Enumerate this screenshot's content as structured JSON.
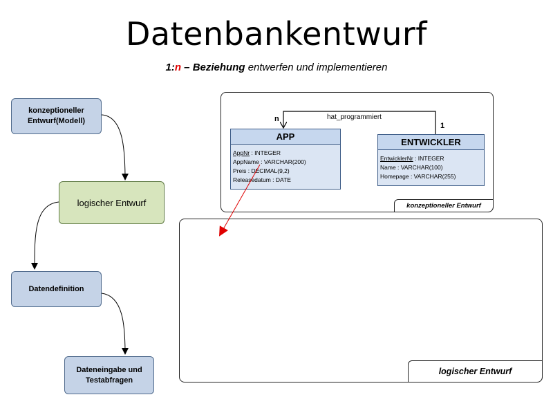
{
  "title": "Datenbankentwurf",
  "subtitle": {
    "part1": "1:",
    "part2": "n",
    "part3": " – Beziehung",
    "part4": " entwerfen und implementieren"
  },
  "flow": {
    "step1": "konzeptioneller Entwurf(Modell)",
    "step2": "logischer Entwurf",
    "step3": "Datendefinition",
    "step4": "Dateneingabe und Testabfragen"
  },
  "conceptual": {
    "label": "konzeptioneller Entwurf",
    "relationship": "hat_programmiert",
    "card_left": "n",
    "card_right": "1",
    "app": {
      "name": "APP",
      "attributes": [
        {
          "name": "AppNr",
          "type": " : INTEGER"
        },
        {
          "name": "AppName",
          "type": " : VARCHAR(200)"
        },
        {
          "name": "Preis",
          "type": " : DECIMAL(9,2)"
        },
        {
          "name": "Releasedatum",
          "type": " : DATE"
        }
      ]
    },
    "entwickler": {
      "name": "ENTWICKLER",
      "attributes": [
        {
          "name": "EntwicklerNr",
          "type": " : INTEGER"
        },
        {
          "name": "Name",
          "type": " : VARCHAR(100)"
        },
        {
          "name": "Homepage",
          "type": " : VARCHAR(255)"
        }
      ]
    }
  },
  "logical": {
    "label": "logischer Entwurf"
  },
  "colors": {
    "flow_blue": "#c5d3e7",
    "flow_green": "#d7e5bd",
    "entity_fill": "#dbe5f3",
    "arrow_red": "#e00000"
  }
}
